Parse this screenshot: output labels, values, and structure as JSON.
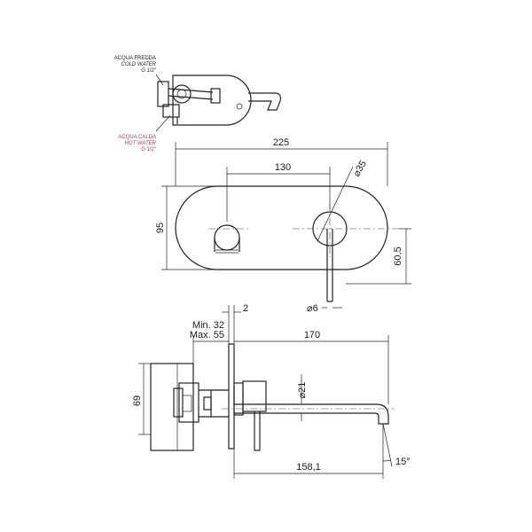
{
  "labels": {
    "cold_line1": "ACQUA FREDDA",
    "cold_line2": "COLD WATER",
    "cold_line3": "G 1/2\"",
    "hot_line1": "ACQUA CALDA",
    "hot_line2": "HOT WATER",
    "hot_line3": "G 1/2\""
  },
  "dimensions": {
    "width_total": "225",
    "handle_spacing": "130",
    "handle_dia": "⌀35",
    "height_plate": "95",
    "center_height": "60,5",
    "lever_dia": "⌀6",
    "plate_thickness": "2",
    "min_depth": "Min. 32",
    "max_depth": "Max. 55",
    "spout_length": "170",
    "spout_dia": "⌀21",
    "body_height": "69",
    "spout_projection": "158,1",
    "spout_angle": "15°"
  },
  "colors": {
    "hot_label": "#b5384f",
    "line": "#222222"
  }
}
